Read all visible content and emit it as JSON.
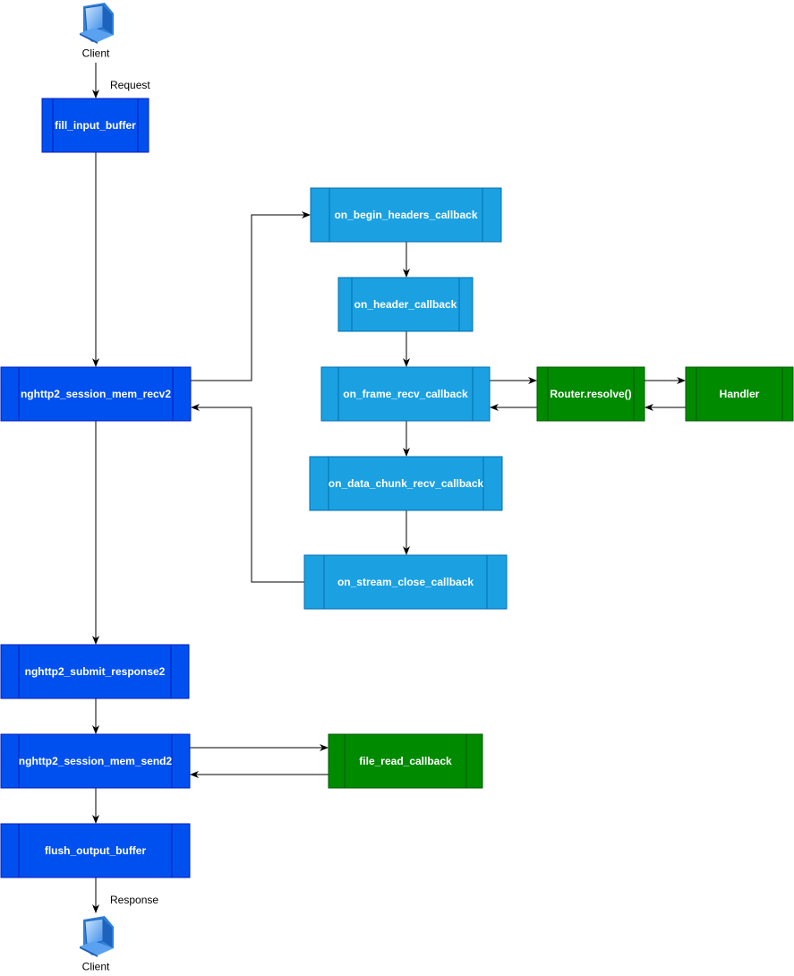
{
  "clients": {
    "top": "Client",
    "bottom": "Client"
  },
  "edge_labels": {
    "request": "Request",
    "response": "Response"
  },
  "nodes": {
    "fill_input_buffer": "fill_input_buffer",
    "session_mem_recv2": "nghttp2_session_mem_recv2",
    "submit_response2": "nghttp2_submit_response2",
    "session_mem_send2": "nghttp2_session_mem_send2",
    "flush_output_buffer": "flush_output_buffer",
    "on_begin_headers_callback": "on_begin_headers_callback",
    "on_header_callback": "on_header_callback",
    "on_frame_recv_callback": "on_frame_recv_callback",
    "on_data_chunk_recv_callback": "on_data_chunk_recv_callback",
    "on_stream_close_callback": "on_stream_close_callback",
    "router_resolve": "Router.resolve()",
    "handler": "Handler",
    "file_read_callback": "file_read_callback"
  },
  "colors": {
    "core_fill": "#0050ef",
    "callback_fill": "#1ba1e2",
    "app_fill": "#008a00"
  }
}
